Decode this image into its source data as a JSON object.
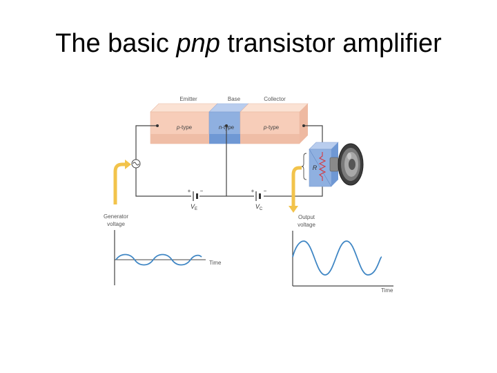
{
  "slide": {
    "title_prefix": "The basic ",
    "title_italic": "pnp",
    "title_suffix": " transistor amplifier"
  },
  "diagram": {
    "regions": {
      "emitter_label": "Emitter",
      "base_label": "Base",
      "collector_label": "Collector",
      "emitter_type_italic": "p",
      "emitter_type_rest": "-type",
      "base_type_italic": "n",
      "base_type_rest": "-type",
      "collector_type_italic": "p",
      "collector_type_rest": "-type"
    },
    "batteries": {
      "emitter_symbol": "V",
      "emitter_subscript": "E",
      "collector_symbol": "V",
      "collector_subscript": "C",
      "plus": "+",
      "minus": "−"
    },
    "load": {
      "resistor_label": "R"
    },
    "generator": {
      "label_line1": "Generator",
      "label_line2": "voltage",
      "axis_label": "Time"
    },
    "output": {
      "label_line1": "Output",
      "label_line2": "voltage",
      "axis_label": "Time"
    },
    "colors": {
      "p_region": "#f7cdb9",
      "p_region_top": "#fbe2d4",
      "n_region": "#8fb0e0",
      "n_region_top": "#b9cdee",
      "wave": "#3f86c4",
      "arrow": "#f2c34b",
      "wire": "#444444",
      "resistor": "#d8373c"
    }
  }
}
